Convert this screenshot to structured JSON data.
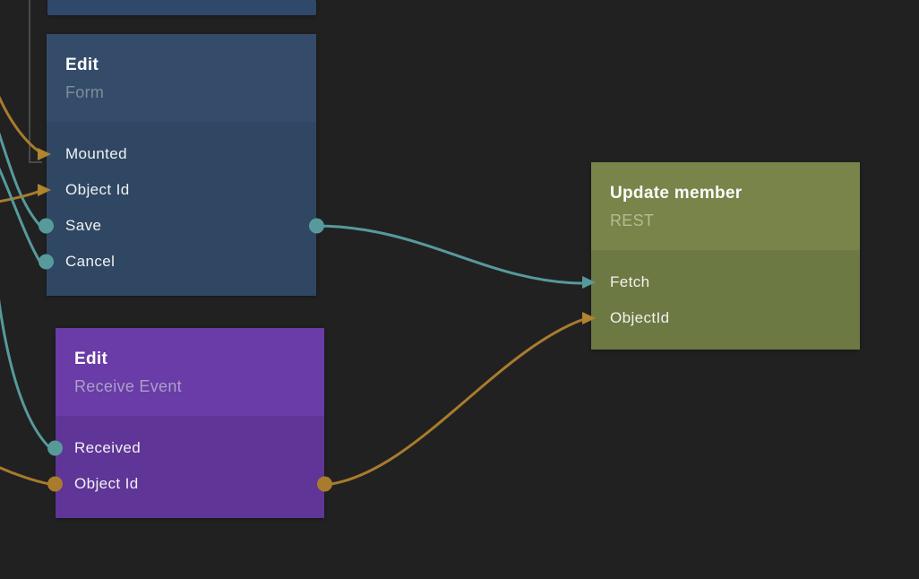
{
  "editor": {
    "kind": "visual node graph",
    "background": "#212122"
  },
  "colors": {
    "signal_teal": "#579a9b",
    "data_orange": "#a87c2c",
    "inactive_gray": "#48494b",
    "blue_node_header": "#344c69",
    "blue_node_body": "#2f4763",
    "purple_node_header": "#693ca7",
    "purple_node_body": "#5f3598",
    "green_node_header": "#788449",
    "green_node_body": "#6d7942"
  },
  "nodes": [
    {
      "id": "partial-node",
      "title": "",
      "subtitle": "",
      "ports": [],
      "outputs": []
    },
    {
      "id": "edit-form",
      "title": "Edit",
      "subtitle": "Form",
      "ports": [
        {
          "label": "Mounted",
          "marker": "arrow",
          "color": "orange"
        },
        {
          "label": "Object Id",
          "marker": "arrow",
          "color": "orange"
        },
        {
          "label": "Save",
          "marker": "dot",
          "color": "teal"
        },
        {
          "label": "Cancel",
          "marker": "dot",
          "color": "teal"
        }
      ],
      "outputs": [
        {
          "row": 2,
          "marker": "dot",
          "color": "teal"
        }
      ]
    },
    {
      "id": "edit-receive-event",
      "title": "Edit",
      "subtitle": "Receive Event",
      "ports": [
        {
          "label": "Received",
          "marker": "dot",
          "color": "teal"
        },
        {
          "label": "Object Id",
          "marker": "dot",
          "color": "orange"
        }
      ],
      "outputs": [
        {
          "row": 1,
          "marker": "dot",
          "color": "orange"
        }
      ]
    },
    {
      "id": "update-member",
      "title": "Update member",
      "subtitle": "REST",
      "ports": [
        {
          "label": "Fetch",
          "marker": "arrow",
          "color": "teal"
        },
        {
          "label": "ObjectId",
          "marker": "arrow",
          "color": "orange"
        }
      ],
      "outputs": []
    }
  ],
  "connections": [
    {
      "id": "conn-top-to-mounted",
      "color": "gray",
      "from": "offscreen-top",
      "to": "edit-form / Mounted"
    },
    {
      "id": "conn-left-to-mounted",
      "color": "orange",
      "from": "offscreen-left",
      "to": "edit-form / Mounted"
    },
    {
      "id": "conn-left-to-save",
      "color": "teal",
      "from": "offscreen-left",
      "to": "edit-form / Save"
    },
    {
      "id": "conn-left-to-objectid-form",
      "color": "orange",
      "from": "offscreen-left",
      "to": "edit-form / Object Id"
    },
    {
      "id": "conn-left-to-cancel",
      "color": "teal",
      "from": "offscreen-left",
      "to": "edit-form / Cancel"
    },
    {
      "id": "conn-left-to-received",
      "color": "teal",
      "from": "offscreen-left",
      "to": "edit-receive-event / Received"
    },
    {
      "id": "conn-left-to-objectid-receive",
      "color": "orange",
      "from": "offscreen-left",
      "to": "edit-receive-event / Object Id"
    },
    {
      "id": "conn-save-to-fetch",
      "color": "teal",
      "from": "edit-form / Save",
      "to": "update-member / Fetch"
    },
    {
      "id": "conn-objectid-to-objectid",
      "color": "orange",
      "from": "edit-receive-event / Object Id",
      "to": "update-member / ObjectId"
    }
  ]
}
